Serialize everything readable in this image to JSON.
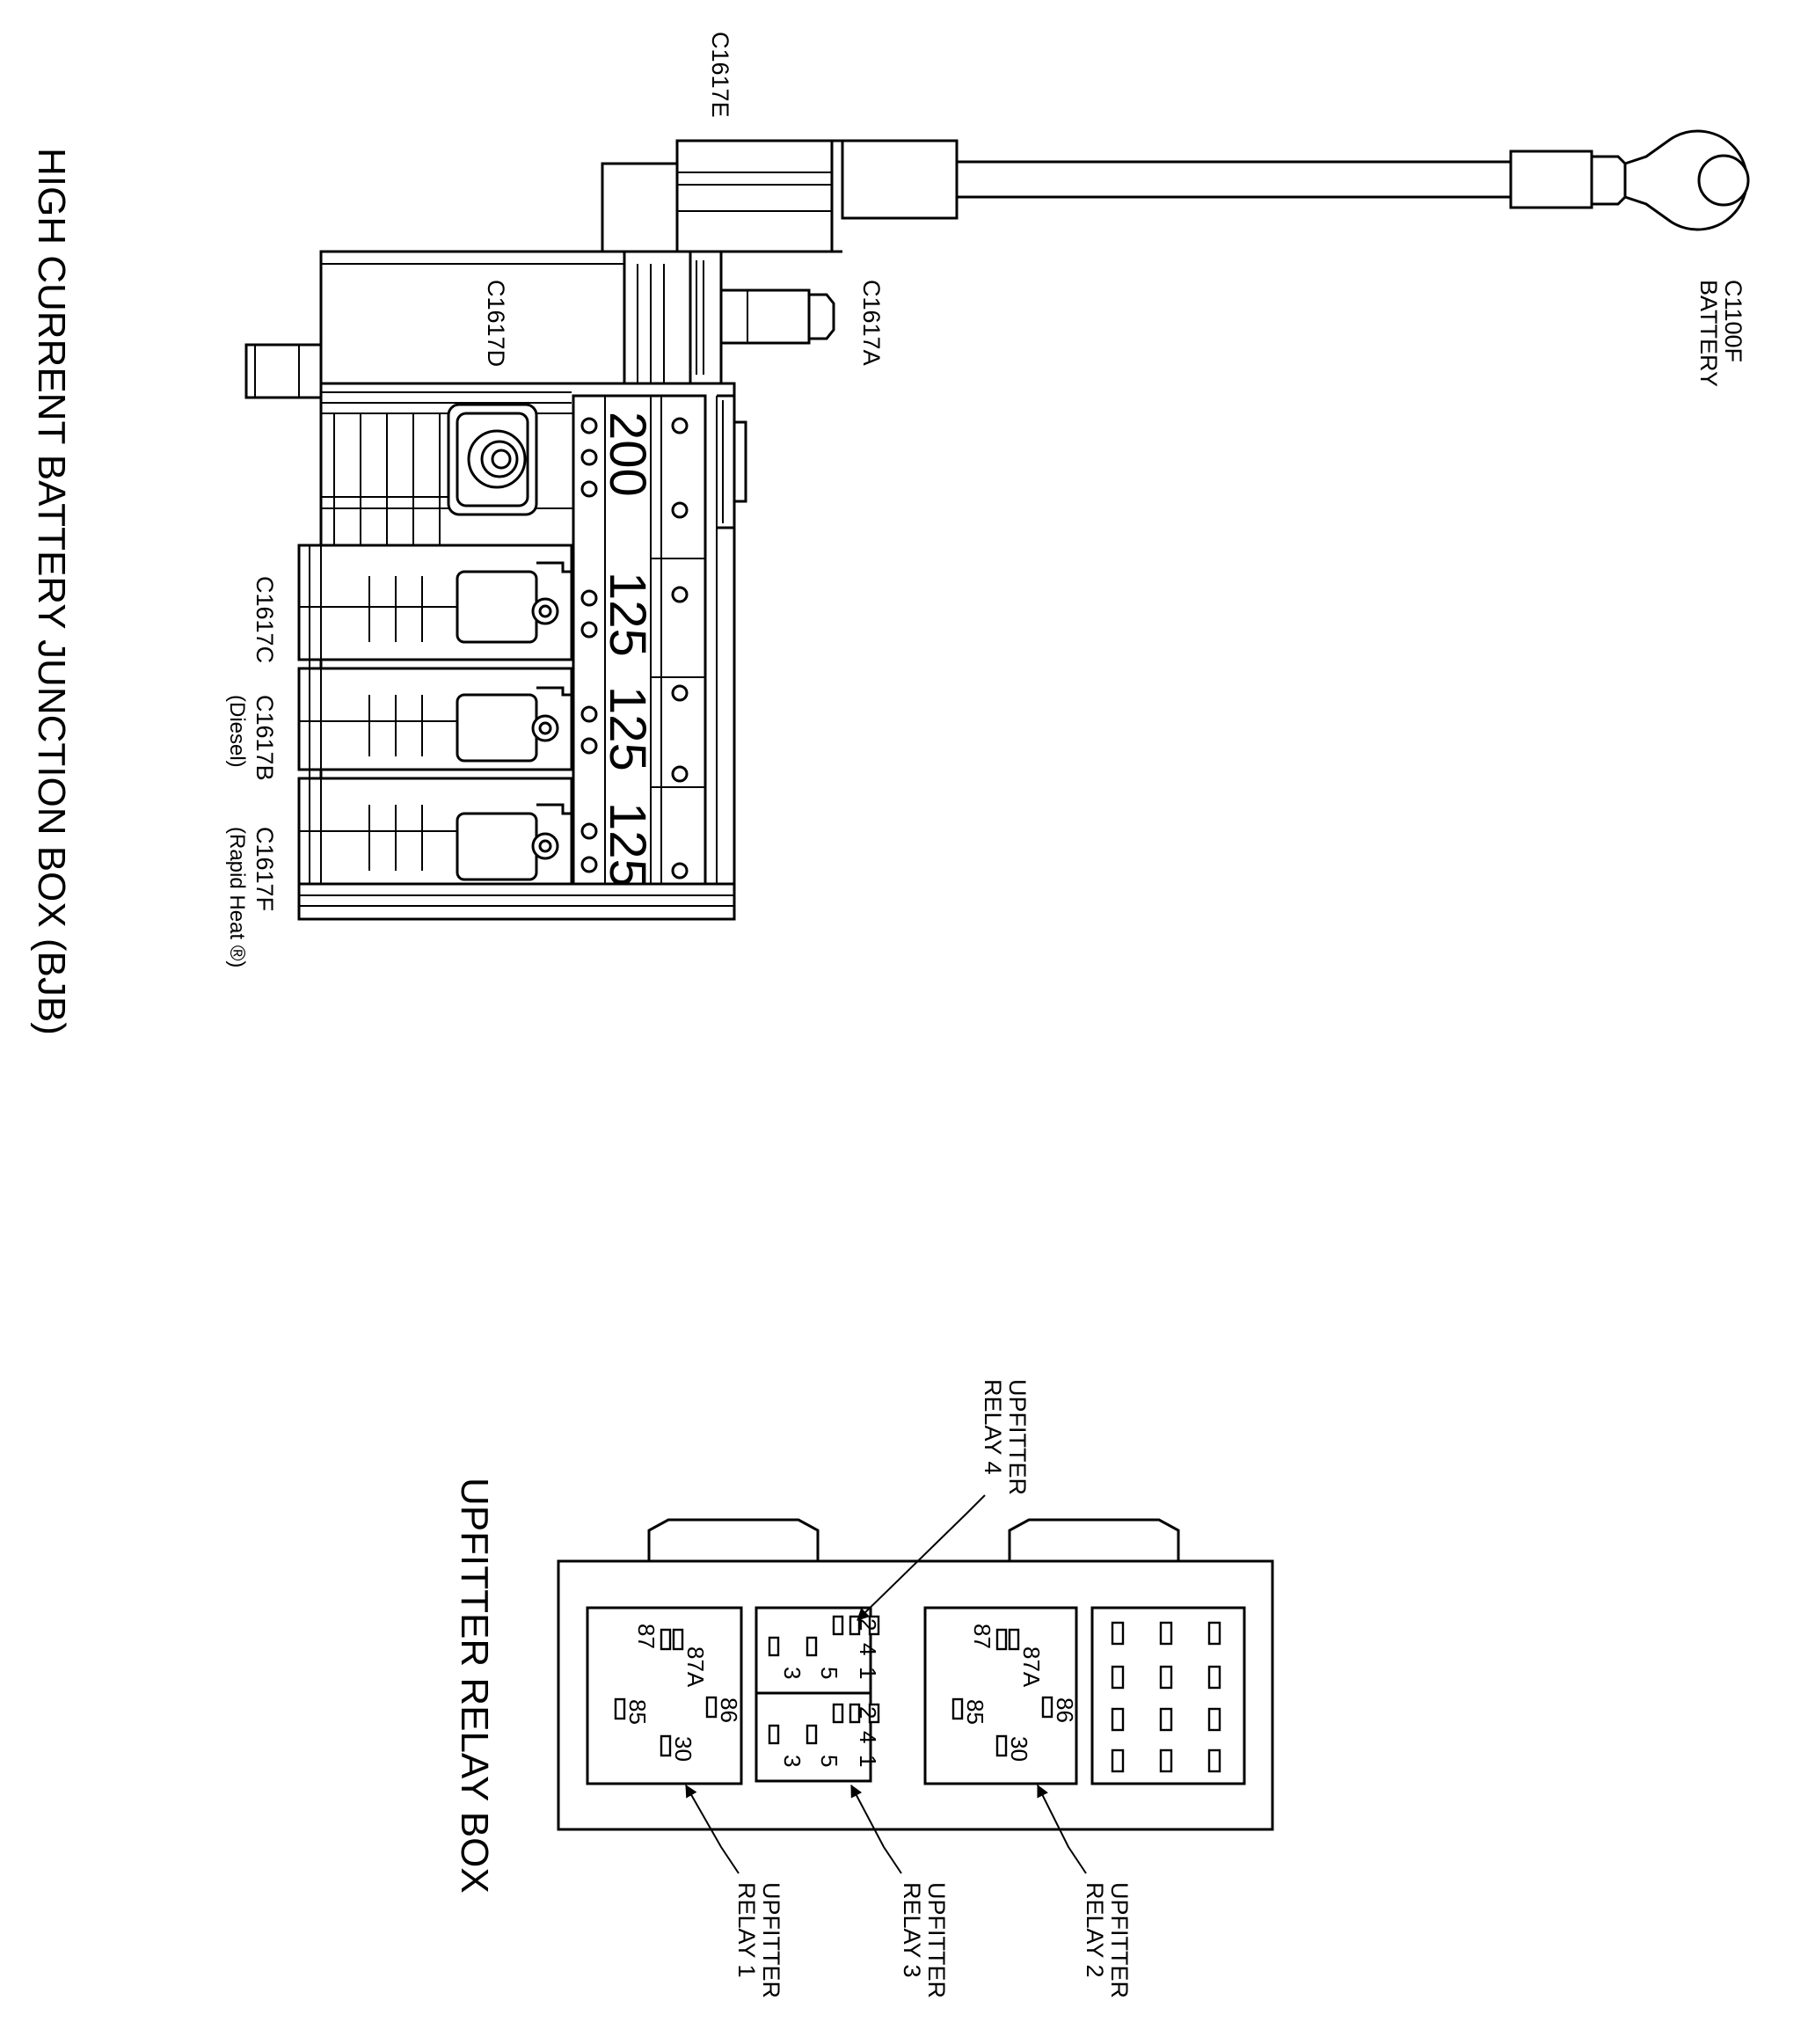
{
  "bjb": {
    "title": "HIGH CURRENT BATTERY JUNCTION BOX (BJB)",
    "connectors": {
      "c1617e": "C1617E",
      "c1617d": "C1617D",
      "c1617a": "C1617A",
      "c1100f": "C1100F",
      "battery": "BATTERY",
      "c1617c": "C1617C",
      "c1617b": "C1617B",
      "c1617b_note": "(Diesel)",
      "c1617f": "C1617F",
      "c1617f_note": "(Rapid Heat ®)"
    },
    "fuses": [
      "200",
      "125",
      "125",
      "125"
    ]
  },
  "relay_box": {
    "title": "UPFITTER RELAY BOX",
    "callouts": {
      "relay4_l1": "UPFITTER",
      "relay4_l2": "RELAY 4",
      "relay1_l1": "UPFITTER",
      "relay1_l2": "RELAY 1",
      "relay3_l1": "UPFITTER",
      "relay3_l2": "RELAY 3",
      "relay2_l1": "UPFITTER",
      "relay2_l2": "RELAY 2"
    },
    "relay_pins": {
      "p87": "87",
      "p87a": "87A",
      "p85": "85",
      "p86": "86",
      "p30": "30"
    },
    "micro_pins": {
      "p2": "2",
      "p4": "4",
      "p1": "1",
      "p5": "5",
      "p3": "3"
    }
  }
}
